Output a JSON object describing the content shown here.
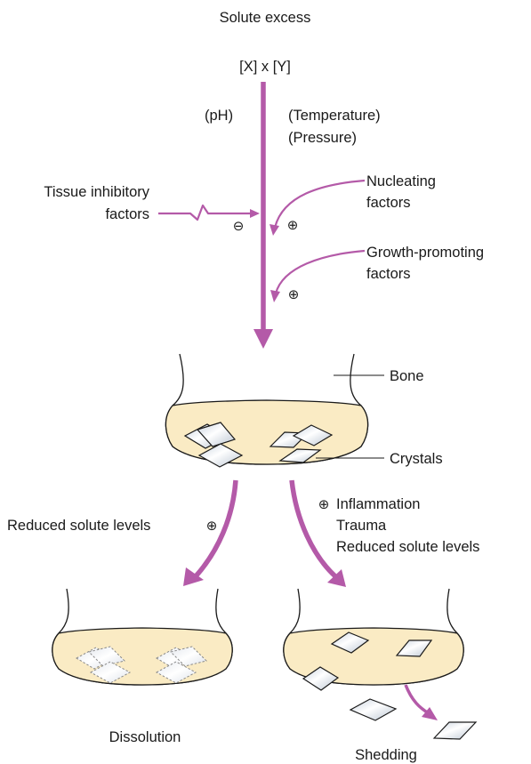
{
  "diagram": {
    "title": "Solute excess",
    "product": "[X] x [Y]",
    "ph": "(pH)",
    "temperature": "(Temperature)",
    "pressure": "(Pressure)",
    "tissue_factors": [
      "Tissue inhibitory",
      "factors"
    ],
    "nucleating": [
      "Nucleating",
      "factors"
    ],
    "growth": [
      "Growth-promoting",
      "factors"
    ],
    "bone": "Bone",
    "crystals": "Crystals",
    "left_branch": "Reduced solute levels",
    "right_branch": [
      "Inflammation",
      "Trauma",
      "Reduced solute levels"
    ],
    "dissolution": "Dissolution",
    "shedding": "Shedding",
    "minus_symbol": "⊖",
    "plus_symbol": "⊕"
  },
  "colors": {
    "arrow": "#b45aa8",
    "bone_fill": "#faebc4",
    "bone_stroke": "#1a1a1a",
    "line": "#1a1a1a",
    "crystal_fill": "#e2e8ef"
  }
}
